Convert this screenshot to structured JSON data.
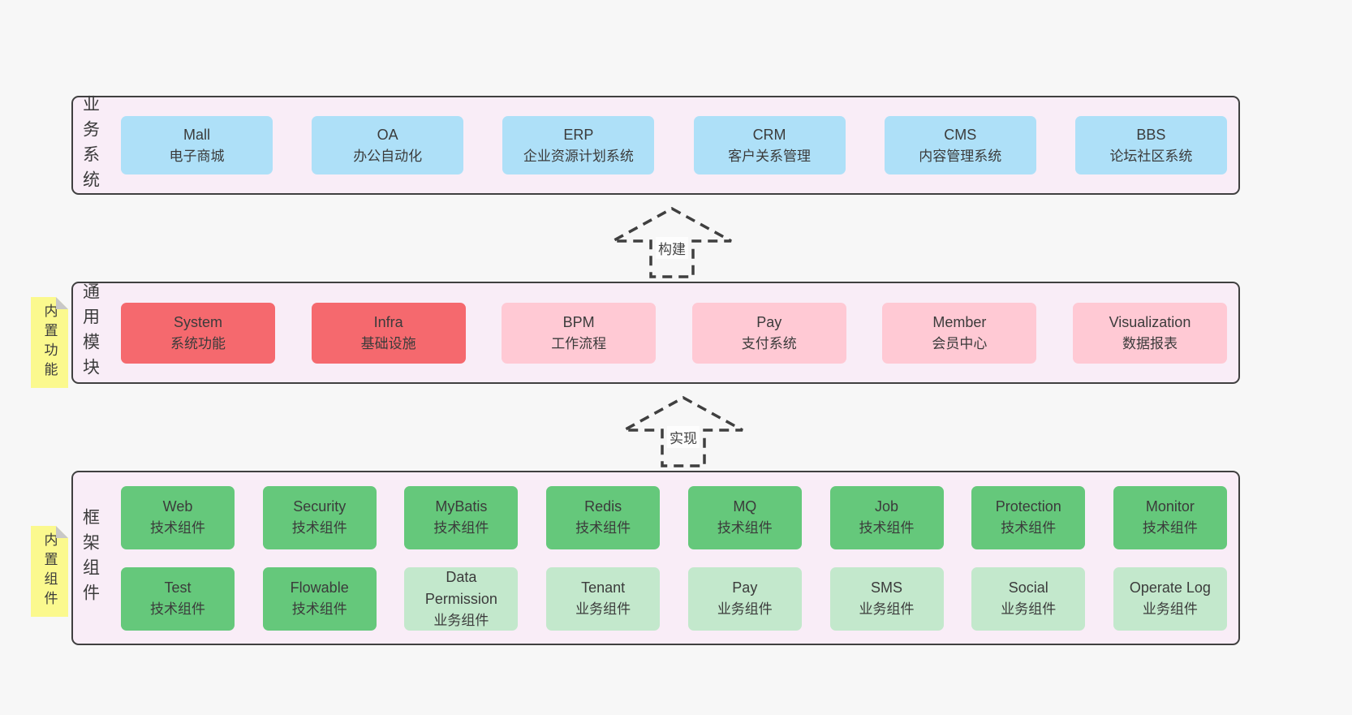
{
  "colors": {
    "page_bg": "#f7f7f7",
    "container_bg": "#f9edf7",
    "container_border": "#404040",
    "blue": "#aee0f8",
    "red": "#f5696e",
    "pink": "#ffc9d4",
    "green": "#65c87b",
    "light_green": "#c3e8cc",
    "note_yellow": "#fbf98e",
    "note_fold": "#c8c8c8",
    "text": "#3b3b3b",
    "arrow_stroke": "#3f3f3f"
  },
  "layers": {
    "business": {
      "label": "业务系统",
      "boxes": [
        {
          "name": "Mall",
          "desc": "电子商城",
          "variant": "blue"
        },
        {
          "name": "OA",
          "desc": "办公自动化",
          "variant": "blue"
        },
        {
          "name": "ERP",
          "desc": "企业资源计划系统",
          "variant": "blue"
        },
        {
          "name": "CRM",
          "desc": "客户关系管理",
          "variant": "blue"
        },
        {
          "name": "CMS",
          "desc": "内容管理系统",
          "variant": "blue"
        },
        {
          "name": "BBS",
          "desc": "论坛社区系统",
          "variant": "blue"
        }
      ]
    },
    "modules": {
      "label": "通用模块",
      "note": "内置功能",
      "boxes": [
        {
          "name": "System",
          "desc": "系统功能",
          "variant": "red"
        },
        {
          "name": "Infra",
          "desc": "基础设施",
          "variant": "red"
        },
        {
          "name": "BPM",
          "desc": "工作流程",
          "variant": "pink"
        },
        {
          "name": "Pay",
          "desc": "支付系统",
          "variant": "pink"
        },
        {
          "name": "Member",
          "desc": "会员中心",
          "variant": "pink"
        },
        {
          "name": "Visualization",
          "desc": "数据报表",
          "variant": "pink"
        }
      ]
    },
    "framework": {
      "label": "框架组件",
      "note": "内置组件",
      "rows": {
        "row1": [
          {
            "name": "Web",
            "desc": "技术组件",
            "variant": "green"
          },
          {
            "name": "Security",
            "desc": "技术组件",
            "variant": "green"
          },
          {
            "name": "MyBatis",
            "desc": "技术组件",
            "variant": "green"
          },
          {
            "name": "Redis",
            "desc": "技术组件",
            "variant": "green"
          },
          {
            "name": "MQ",
            "desc": "技术组件",
            "variant": "green"
          },
          {
            "name": "Job",
            "desc": "技术组件",
            "variant": "green"
          },
          {
            "name": "Protection",
            "desc": "技术组件",
            "variant": "green"
          },
          {
            "name": "Monitor",
            "desc": "技术组件",
            "variant": "green"
          }
        ],
        "row2": [
          {
            "name": "Test",
            "desc": "技术组件",
            "variant": "green"
          },
          {
            "name": "Flowable",
            "desc": "技术组件",
            "variant": "green"
          },
          {
            "name": "Data Permission",
            "desc": "业务组件",
            "variant": "light-green"
          },
          {
            "name": "Tenant",
            "desc": "业务组件",
            "variant": "light-green"
          },
          {
            "name": "Pay",
            "desc": "业务组件",
            "variant": "light-green"
          },
          {
            "name": "SMS",
            "desc": "业务组件",
            "variant": "light-green"
          },
          {
            "name": "Social",
            "desc": "业务组件",
            "variant": "light-green"
          },
          {
            "name": "Operate Log",
            "desc": "业务组件",
            "variant": "light-green"
          }
        ]
      }
    }
  },
  "arrows": {
    "build": {
      "label": "构建"
    },
    "implement": {
      "label": "实现"
    }
  }
}
